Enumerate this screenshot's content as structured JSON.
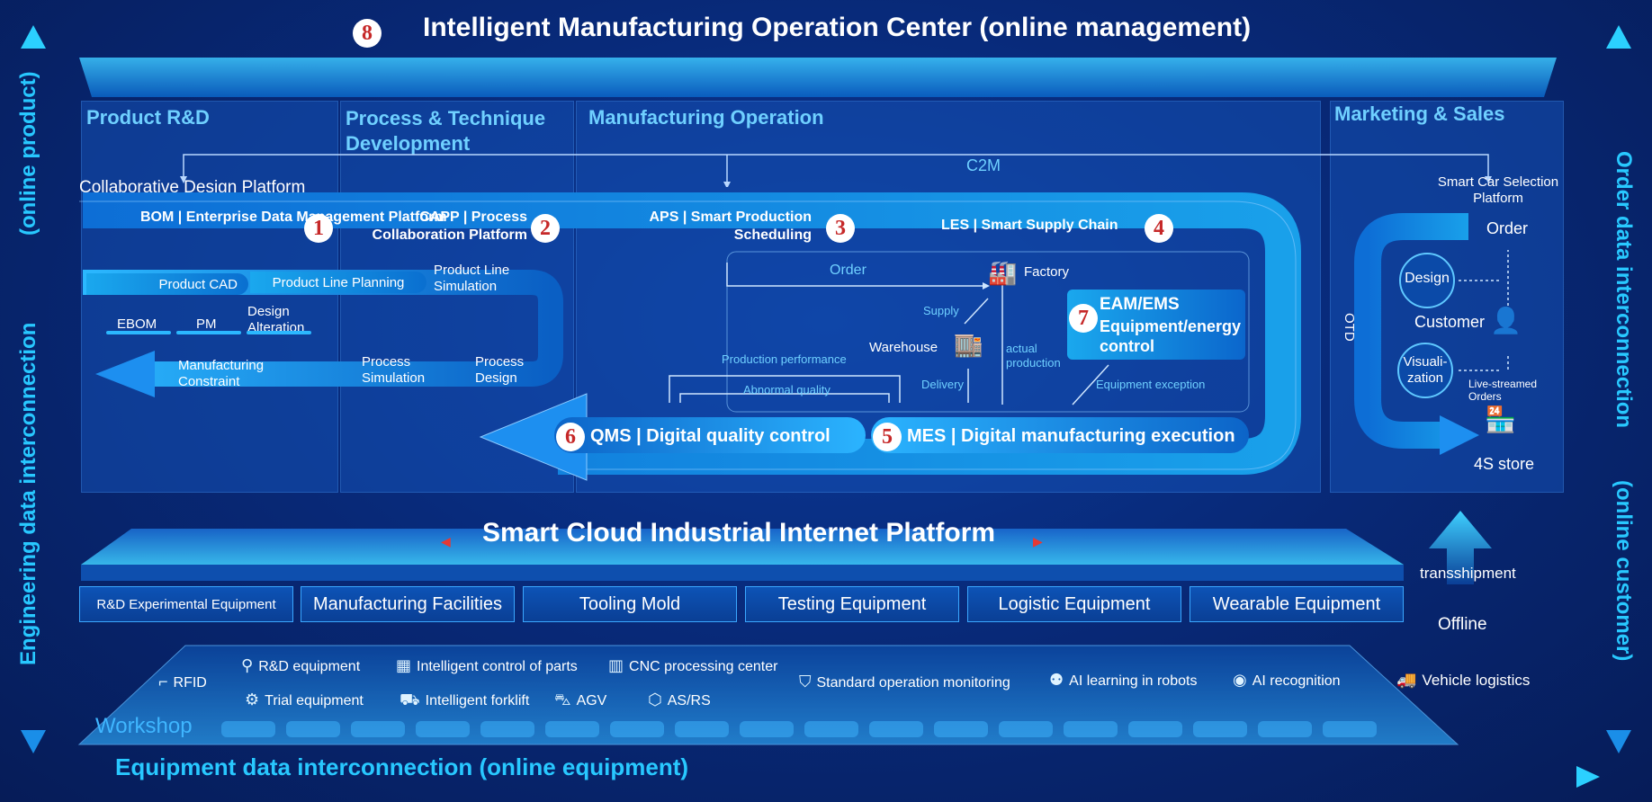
{
  "header": {
    "badge": "8",
    "title": "Intelligent Manufacturing Operation Center (online management)"
  },
  "columns": {
    "rd": "Product R&D",
    "process": "Process & Technique Development",
    "mfg": "Manufacturing Operation",
    "sales": "Marketing & Sales"
  },
  "labels": {
    "c2m": "C2M",
    "collab": "Collaborative Design Platform",
    "smart_car": "Smart Car Selection Platform",
    "order_top": "Order",
    "otd": "OTD",
    "customer": "Customer",
    "design": "Design",
    "visualization": "Visuali-zation",
    "live": "Live-streamed Orders",
    "store": "4S store",
    "order_flow": "Order",
    "factory": "Factory",
    "supply": "Supply",
    "warehouse": "Warehouse",
    "delivery": "Delivery",
    "actual": "actual production",
    "prod_perf": "Production performance",
    "abn_quality": "Abnormal quality",
    "equip_exc": "Equipment exception",
    "eam_t1": "EAM/EMS",
    "eam_t2": "Equipment/energy control"
  },
  "pipeline": [
    {
      "badge": "1",
      "text": "BOM | Enterprise Data Management Platform"
    },
    {
      "badge": "2",
      "text": "CAPP | Process Collaboration Platform"
    },
    {
      "badge": "3",
      "text": "APS | Smart Production Scheduling"
    },
    {
      "badge": "4",
      "text": "LES | Smart Supply Chain"
    },
    {
      "badge": "5",
      "text": "MES | Digital manufacturing execution"
    },
    {
      "badge": "6",
      "text": "QMS | Digital quality control"
    },
    {
      "badge": "7",
      "text": "EAM/EMS"
    }
  ],
  "inner": {
    "cad": "Product CAD",
    "plp": "Product Line Planning",
    "pls": "Product Line Simulation",
    "ebom": "EBOM",
    "pm": "PM",
    "design_alt": "Design Alteration",
    "mfg_constraint": "Manufacturing Constraint",
    "proc_sim": "Process Simulation",
    "proc_design": "Process Design"
  },
  "platform": {
    "title": "Smart Cloud Industrial Internet Platform",
    "transshipment": "transshipment",
    "offline": "Offline"
  },
  "equipment": [
    "R&D Experimental Equipment",
    "Manufacturing Facilities",
    "Tooling Mold",
    "Testing Equipment",
    "Logistic Equipment",
    "Wearable Equipment"
  ],
  "workshop": {
    "label": "Workshop",
    "rfid": "RFID",
    "rd_equip": "R&D equipment",
    "trial": "Trial equipment",
    "intel_parts": "Intelligent control of parts",
    "forklift": "Intelligent forklift",
    "cnc": "CNC processing center",
    "agv": "AGV",
    "asrs": "AS/RS",
    "std_op": "Standard operation monitoring",
    "ai_robot": "AI learning in robots",
    "ai_recog": "AI recognition",
    "vehicle": "Vehicle logistics"
  },
  "axes": {
    "left": "Engineering data interconnection",
    "left_paren": "(online product)",
    "right": "Order data interconnection",
    "right_paren": "(online customer)",
    "bottom": "Equipment data interconnection (online equipment)"
  }
}
